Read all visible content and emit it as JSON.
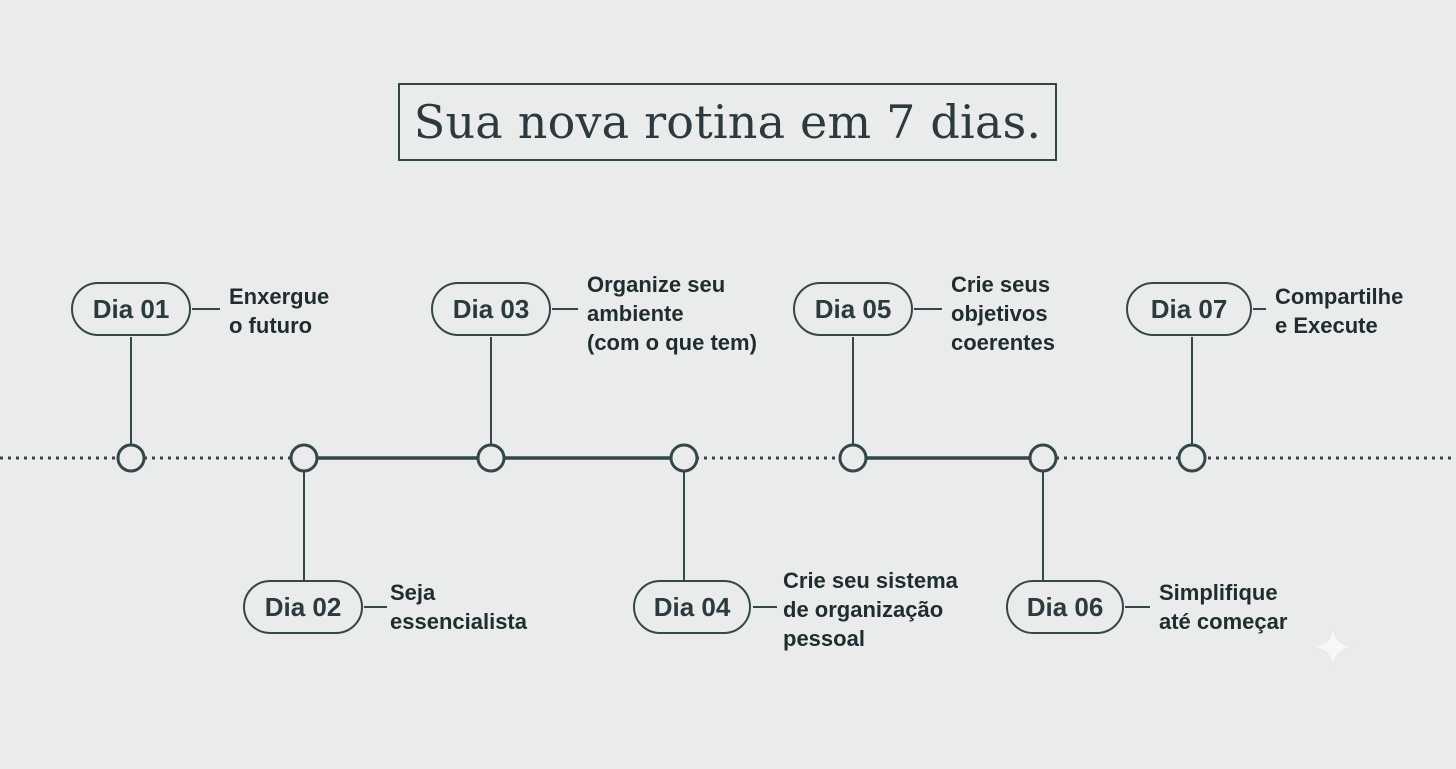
{
  "title": "Sua nova rotina em 7 dias.",
  "colors": {
    "background": "#e9ecea",
    "line": "#33464a",
    "text": "#2a3a3e"
  },
  "timeline": {
    "days": [
      {
        "label": "Dia 01",
        "position": "top",
        "description": [
          "Enxergue",
          "o futuro"
        ]
      },
      {
        "label": "Dia 02",
        "position": "bottom",
        "description": [
          "Seja",
          "essencialista"
        ]
      },
      {
        "label": "Dia 03",
        "position": "top",
        "description": [
          "Organize seu",
          "ambiente",
          "(com o que tem)"
        ]
      },
      {
        "label": "Dia 04",
        "position": "bottom",
        "description": [
          "Crie seu sistema",
          "de organização",
          "pessoal"
        ]
      },
      {
        "label": "Dia 05",
        "position": "top",
        "description": [
          "Crie seus",
          "objetivos",
          "coerentes"
        ]
      },
      {
        "label": "Dia 06",
        "position": "bottom",
        "description": [
          "Simplifique",
          "até começar"
        ]
      },
      {
        "label": "Dia 07",
        "position": "top",
        "description": [
          "Compartilhe",
          "e Execute"
        ]
      }
    ]
  },
  "watermark_icon": "sparkle-icon"
}
